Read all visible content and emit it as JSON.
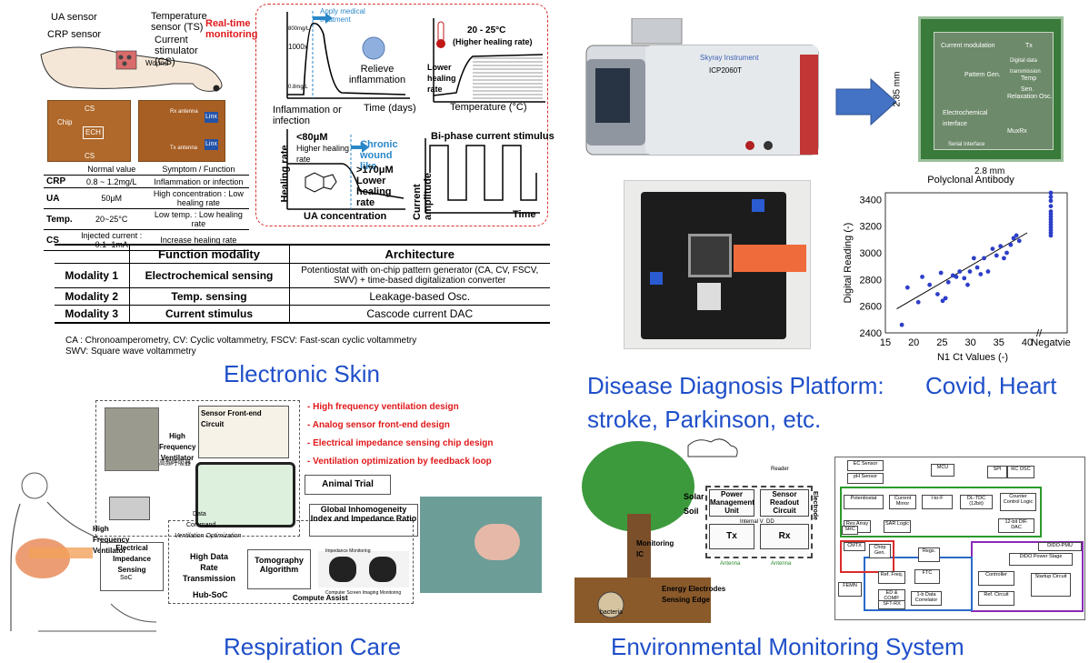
{
  "titles": {
    "eskin": "Electronic Skin",
    "disease": "Disease Diagnosis Platform:    Covid, Heart stroke, Parkinson, etc.",
    "disease_line1": "Disease Diagnosis Platform:",
    "disease_line1b": "Covid, Heart",
    "disease_line2": "stroke, Parkinson, etc.",
    "respiration": "Respiration Care",
    "env": "Environmental Monitoring System"
  },
  "eskin": {
    "arm_labels": {
      "ua": "UA sensor",
      "crp": "CRP sensor",
      "ts": "Temperature sensor (TS)",
      "cs": "Current stimulator (CS)",
      "wound": "Wound",
      "realtime": "Real-time monitoring"
    },
    "chip_labels": [
      "CS",
      "Chip",
      "ECH",
      "CS",
      "Rx antenna",
      "Linx",
      "Tx antenna",
      "Linx"
    ],
    "graph1": {
      "apply": "Apply medical treatment",
      "y_top": "800mg/L",
      "y_mid": "1000x",
      "y_bot": "0.8mg/L",
      "relieve": "Relieve inflammation",
      "x_left": "Inflammation or infection",
      "x_right": "Time (days)"
    },
    "graph2": {
      "temp_range": "20 - 25°C",
      "temp_note": "(Higher healing rate)",
      "lower": "Lower healing rate",
      "x": "Temperature (°C)"
    },
    "graph3": {
      "lt80": "<80μM",
      "higher": "Higher healing rate",
      "chronic": "Chronic wound like",
      "gt170": ">170μM",
      "lower": "Lower healing rate",
      "y": "Healing rate",
      "x": "UA concentration"
    },
    "graph4": {
      "title": "Bi-phase current stimulus",
      "y": "Current amplitude",
      "x": "Time"
    },
    "small_table": {
      "headers": [
        "",
        "Normal value",
        "Symptom / Function"
      ],
      "rows": [
        [
          "CRP",
          "0.8 ~ 1.2mg/L",
          "Inflammation or infection"
        ],
        [
          "UA",
          "50μM",
          "High concentration : Low healing rate"
        ],
        [
          "Temp.",
          "20~25°C",
          "Low temp. : Low healing rate"
        ],
        [
          "CS",
          "Injected current : 0.1~1mA",
          "Increase healing rate"
        ]
      ]
    },
    "modality_table": {
      "headers": [
        "",
        "Function modality",
        "Architecture"
      ],
      "rows": [
        [
          "Modality 1",
          "Electrochemical sensing",
          "Potentiostat with on-chip pattern generator (CA, CV, FSCV, SWV) + time-based digitalization converter"
        ],
        [
          "Modality 2",
          "Temp. sensing",
          "Leakage-based Osc."
        ],
        [
          "Modality 3",
          "Current stimulus",
          "Cascode current DAC"
        ]
      ]
    },
    "footnote1": "CA : Chronoamperometry, CV: Cyclic voltammetry, FSCV: Fast-scan cyclic voltammetry",
    "footnote2": "SWV: Square wave voltammetry"
  },
  "instrument": {
    "brand": "Skyray Instrument",
    "model": "ICP2060T"
  },
  "chip_die": {
    "height_label": "2.85 mm",
    "width_label": "2.8 mm",
    "blocks": [
      "Current modulation",
      "Tx",
      "Pattern Gen.",
      "Temp Sen.",
      "Relaxation Osc.",
      "Electrochemical interface",
      "MuxRx",
      "Serial Interface",
      "Digital data transmission"
    ]
  },
  "chart_data": {
    "type": "scatter",
    "title": "Polyclonal Antibody",
    "xlabel": "N1 Ct Values (-)",
    "ylabel": "Digital Reading (-)",
    "xlim": [
      15,
      40
    ],
    "ylim": [
      2400,
      3450
    ],
    "x_ticks": [
      "15",
      "20",
      "25",
      "30",
      "35",
      "40",
      "Negatvie"
    ],
    "y_ticks": [
      "2400",
      "2600",
      "2800",
      "3000",
      "3200",
      "3400"
    ],
    "series": [
      {
        "points": [
          [
            17.9,
            2460
          ],
          [
            18.9,
            2740
          ],
          [
            20.8,
            2630
          ],
          [
            21.5,
            2820
          ],
          [
            22.8,
            2760
          ],
          [
            24.2,
            2690
          ],
          [
            24.8,
            2850
          ],
          [
            25.1,
            2640
          ],
          [
            25.6,
            2660
          ],
          [
            26.1,
            2780
          ],
          [
            26.9,
            2830
          ],
          [
            27.5,
            2820
          ],
          [
            28.1,
            2860
          ],
          [
            28.9,
            2810
          ],
          [
            29.5,
            2760
          ],
          [
            29.9,
            2860
          ],
          [
            30.6,
            2960
          ],
          [
            31.2,
            2890
          ],
          [
            31.8,
            2840
          ],
          [
            32.4,
            2960
          ],
          [
            33.1,
            2860
          ],
          [
            33.9,
            3030
          ],
          [
            34.6,
            2980
          ],
          [
            35.3,
            3050
          ],
          [
            35.9,
            2960
          ],
          [
            36.4,
            3000
          ],
          [
            37.1,
            3060
          ],
          [
            37.6,
            3110
          ],
          [
            38.1,
            3130
          ],
          [
            38.6,
            3090
          ]
        ],
        "negative": [
          3130,
          3150,
          3170,
          3190,
          3210,
          3230,
          3250,
          3270,
          3290,
          3310,
          3350,
          3390,
          3420,
          3450
        ]
      }
    ],
    "trendline": [
      [
        17,
        2580
      ],
      [
        40,
        3150
      ]
    ]
  },
  "respiration": {
    "red_items": [
      "- High frequency ventilation design",
      "- Analog sensor front-end design",
      "- Electrical impedance sensing chip design",
      "- Ventilation optimization by feedback loop"
    ],
    "labels": {
      "hfv": "High Frequency Ventilator",
      "hfv_cn": "高頻呼吸器",
      "sfe": "Sensor Front-end Circuit",
      "animal": "Animal Trial",
      "global": "Global Inhomogeneity Index and Impedance Ratio",
      "hfv2": "High Frequency Ventilator",
      "data": "Data",
      "command": "Command",
      "vent_opt": "Ventilation Optimization",
      "eis": "Electrical Impedance Sensing",
      "soc": "SoC",
      "hdr": "High Data Rate Transmission",
      "hub": "Hub-SoC",
      "tomo": "Tomography Algorithm",
      "compute": "Compute Assist",
      "imp_mon": "Impedance Monitoring",
      "img_disp": "Computer Screen Imaging Monitoring"
    }
  },
  "env": {
    "labels": {
      "solar": "Solar",
      "soil": "Soil",
      "pmu": "Power Management Unit",
      "sensor_readout": "Sensor Readout Circuit",
      "electrode": "Electrode",
      "internal": "Internal V_DD",
      "tx": "Tx",
      "rx": "Rx",
      "antenna1": "Antenna",
      "antenna2": "Antenna",
      "monitoring": "Monitoring IC",
      "energy": "Energy Electrodes",
      "sensing": "Sensing Edge",
      "bacteria": "bacteria",
      "reader": "Reader"
    },
    "blocks": [
      "EC Sensor",
      "pH Sensor",
      "MCU",
      "SPI",
      "RC OSC",
      "Potentiostat",
      "Current Mirror",
      "I-to-F",
      "DL-TDC (12bit)",
      "Counter Control Logic",
      "Res Array",
      "SAR Logic",
      "12-bit DIF. DAC",
      "SRC",
      "CMTX",
      "Chirp Gen.",
      "Regs.",
      "DIDO-PMU",
      "DIDO Power Stage",
      "Controller",
      "Ref. Circuit",
      "Startup Circuit",
      "Ref. Freq.",
      "FTC",
      "ED & COMP.",
      "1-b Data Correlator",
      "SFT-RX",
      "FEMN"
    ]
  }
}
